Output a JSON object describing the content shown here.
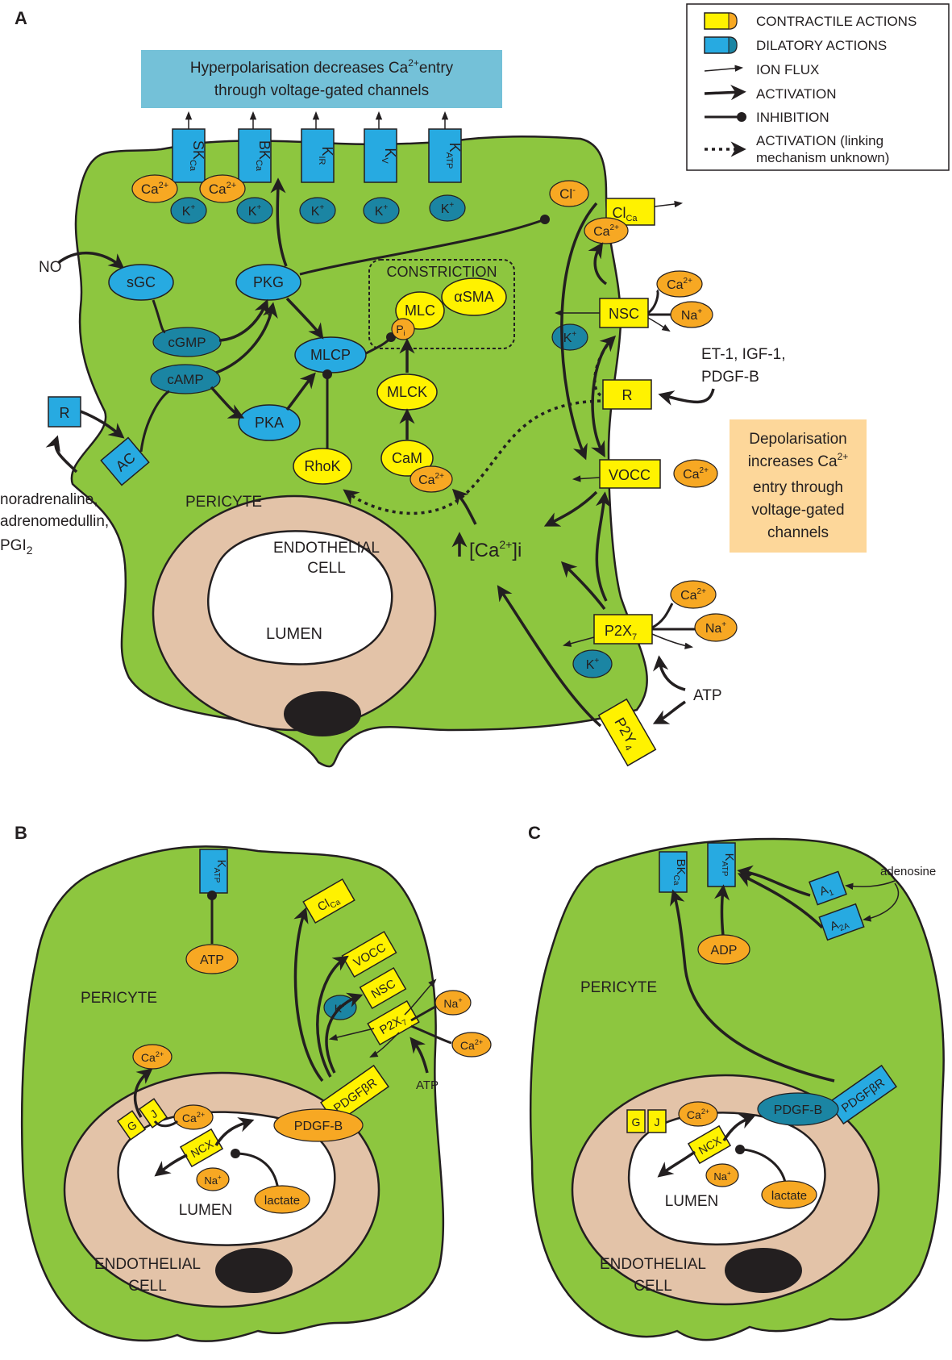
{
  "panels": {
    "a": "A",
    "b": "B",
    "c": "C"
  },
  "legend": {
    "contractile": "CONTRACTILE ACTIONS",
    "dilatory": "DILATORY ACTIONS",
    "ion_flux": "ION FLUX",
    "activation": "ACTIVATION",
    "inhibition": "INHIBITION",
    "activation_unknown_1": "ACTIVATION (linking",
    "activation_unknown_2": "mechanism unknown)"
  },
  "colors": {
    "cell": "#8dc63f",
    "endo": "#e3c3a8",
    "contractile": "#fff200",
    "dilatory": "#27aae1",
    "ion": "#f7a823",
    "potassium": "#1b85a3",
    "banner": "#74c1d8",
    "depol": "#fdd79a"
  },
  "panel_a": {
    "banner_1": "Hyperpolarisation decreases Ca",
    "banner_sup": "2+",
    "banner_1b": "entry",
    "banner_2": "through voltage-gated channels",
    "channels": {
      "skca": "SK",
      "skca_sub": "Ca",
      "bkca": "BK",
      "bkca_sub": "Ca",
      "kir": "K",
      "kir_sub": "IR",
      "kv": "K",
      "kv_sub": "V",
      "katp": "K",
      "katp_sub": "ATP"
    },
    "ion_ca": "Ca",
    "ion_ca_sup": "2+",
    "ion_k": "K",
    "ion_k_sup": "+",
    "ion_cl": "Cl",
    "ion_cl_sup": "-",
    "ion_na": "Na",
    "ion_na_sup": "+",
    "no": "NO",
    "sgc": "sGC",
    "pkg": "PKG",
    "cgmp": "cGMP",
    "camp": "cAMP",
    "pka": "PKA",
    "mlcp": "MLCP",
    "rhok": "RhoK",
    "mlck": "MLCK",
    "cam": "CaM",
    "mlc": "MLC",
    "asma": "αSMA",
    "pi": "P",
    "pi_sub": "i",
    "constriction": "CONSTRICTION",
    "r": "R",
    "ac": "AC",
    "ligands_left_1": "noradrenaline,",
    "ligands_left_2": "adrenomedullin,",
    "ligands_left_3": "PGI",
    "ligands_left_3_sub": "2",
    "pericyte": "PERICYTE",
    "endo_1": "ENDOTHELIAL",
    "endo_2": "CELL",
    "lumen": "LUMEN",
    "clca": "Cl",
    "clca_sub": "Ca",
    "nsc": "NSC",
    "vocc": "VOCC",
    "ligands_right_1": "ET-1, IGF-1,",
    "ligands_right_2": "PDGF-B",
    "depol_1": "Depolarisation",
    "depol_2": "increases Ca",
    "depol_2_sup": "2+",
    "depol_3": "entry through",
    "depol_4": "voltage-gated",
    "depol_5": "channels",
    "cai_1": "[Ca",
    "cai_sup": "2+",
    "cai_2": "]i",
    "p2x7": "P2X",
    "p2x7_sub": "7",
    "p2y4": "P2Y",
    "p2y4_sub": "4",
    "atp": "ATP"
  },
  "panel_b": {
    "katp": "K",
    "katp_sub": "ATP",
    "atp": "ATP",
    "pericyte": "PERICYTE",
    "clca": "Cl",
    "clca_sub": "Ca",
    "vocc": "VOCC",
    "nsc": "NSC",
    "k": "K",
    "k_sup": "+",
    "p2x7": "P2X",
    "p2x7_sub": "7",
    "na": "Na",
    "na_sup": "+",
    "ca": "Ca",
    "ca_sup": "2+",
    "atp_ligand": "ATP",
    "g": "G",
    "j": "J",
    "ncx": "NCX",
    "pdgfb": "PDGF-B",
    "pdgfbr": "PDGFβR",
    "lactate": "lactate",
    "lumen": "LUMEN",
    "endo_1": "ENDOTHELIAL",
    "endo_2": "CELL"
  },
  "panel_c": {
    "bkca": "BK",
    "bkca_sub": "Ca",
    "katp": "K",
    "katp_sub": "ATP",
    "a1": "A",
    "a1_sub": "1",
    "a2a": "A",
    "a2a_sub": "2A",
    "adenosine": "adenosine",
    "adp": "ADP",
    "pericyte": "PERICYTE",
    "g": "G",
    "j": "J",
    "ncx": "NCX",
    "ca": "Ca",
    "ca_sup": "2+",
    "na": "Na",
    "na_sup": "+",
    "pdgfb": "PDGF-B",
    "pdgfbr": "PDGFβR",
    "lactate": "lactate",
    "lumen": "LUMEN",
    "endo_1": "ENDOTHELIAL",
    "endo_2": "CELL"
  }
}
